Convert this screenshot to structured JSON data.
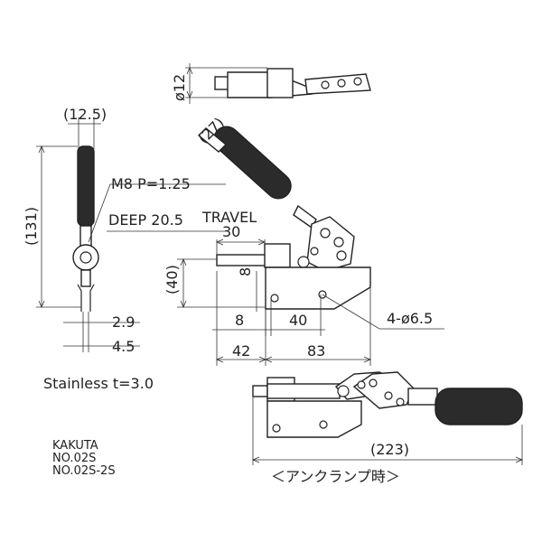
{
  "labels": {
    "phi12": "ø12",
    "d12_5": "(12.5)",
    "d27": "(27)",
    "d131": "(131)",
    "m8": "M8 P=1.25",
    "deep": "DEEP 20.5",
    "travel": "TRAVEL",
    "d30": "30",
    "d40v": "(40)",
    "d8v": "8",
    "d8": "8",
    "d40": "40",
    "holes": "4-ø6.5",
    "d2_9": "2.9",
    "d4_5": "4.5",
    "d42": "42",
    "d83": "83",
    "material": "Stainless t=3.0",
    "d223": "(223)",
    "clamp_note": "＜アンクランプ時＞"
  },
  "brand": {
    "maker": "KAKUTA",
    "model1": "NO.02S",
    "model2": "NO.02S-2S"
  }
}
